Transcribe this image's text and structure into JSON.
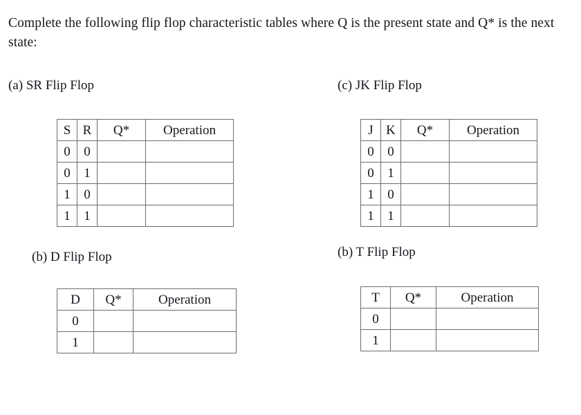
{
  "document": {
    "prompt": "Complete the following flip flop characteristic tables where Q is the present state and Q* is the next state:",
    "background_color": "#ffffff",
    "text_color": "#16161e",
    "table_border_color": "#6b6b73"
  },
  "sections": {
    "sr": {
      "label": "(a) SR Flip Flop",
      "table": {
        "headers": [
          "S",
          "R",
          "Q*",
          "Operation"
        ],
        "rows": [
          [
            "0",
            "0",
            "",
            ""
          ],
          [
            "0",
            "1",
            "",
            ""
          ],
          [
            "1",
            "0",
            "",
            ""
          ],
          [
            "1",
            "1",
            "",
            ""
          ]
        ]
      }
    },
    "jk": {
      "label": "(c) JK Flip Flop",
      "table": {
        "headers": [
          "J",
          "K",
          "Q*",
          "Operation"
        ],
        "rows": [
          [
            "0",
            "0",
            "",
            ""
          ],
          [
            "0",
            "1",
            "",
            ""
          ],
          [
            "1",
            "0",
            "",
            ""
          ],
          [
            "1",
            "1",
            "",
            ""
          ]
        ]
      }
    },
    "d": {
      "label": "(b) D Flip Flop",
      "table": {
        "headers": [
          "D",
          "Q*",
          "Operation"
        ],
        "rows": [
          [
            "0",
            "",
            ""
          ],
          [
            "1",
            "",
            ""
          ]
        ]
      }
    },
    "t": {
      "label": "(b) T Flip Flop",
      "table": {
        "headers": [
          "T",
          "Q*",
          "Operation"
        ],
        "rows": [
          [
            "0",
            "",
            ""
          ],
          [
            "1",
            "",
            ""
          ]
        ]
      }
    }
  }
}
